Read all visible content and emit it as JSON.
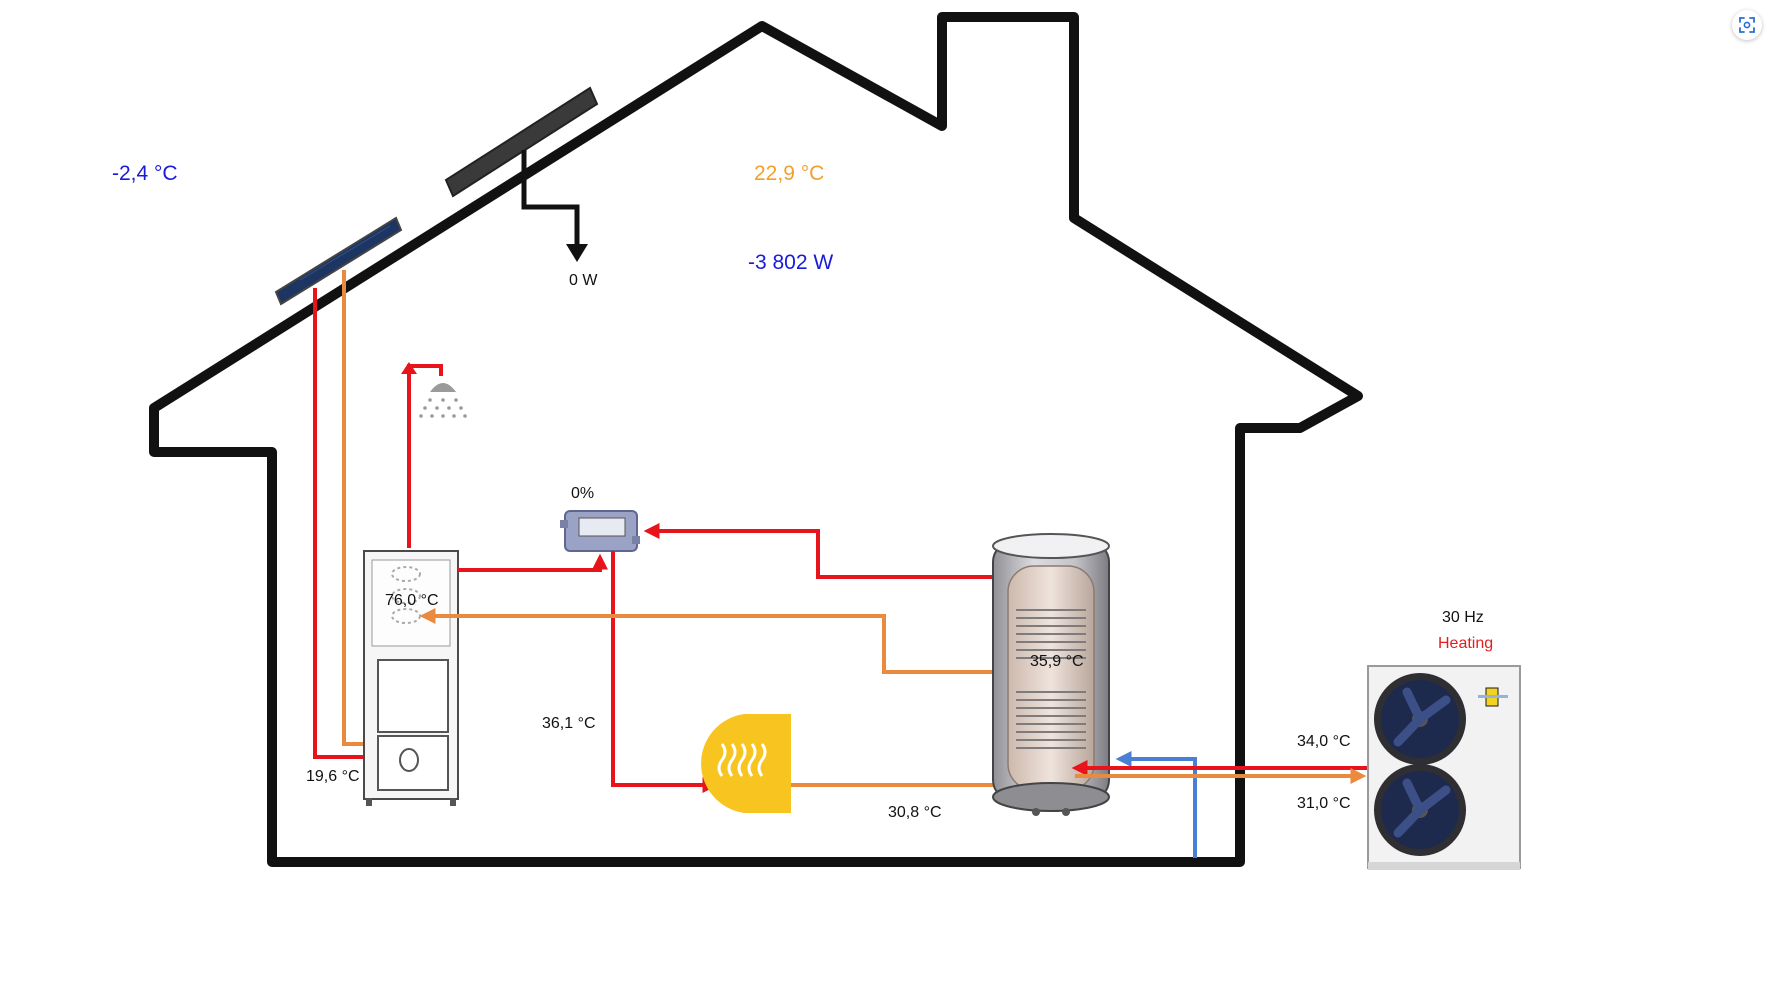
{
  "labels": {
    "outdoor_temp": "-2,4 °C",
    "indoor_temp": "22,9 °C",
    "grid_power": "-3 802 W",
    "pv_power": "0 W",
    "mixer_percent": "0%",
    "boiler_temp": "76,0 °C",
    "solar_return_temp": "19,6 °C",
    "flow_temp": "36,1 °C",
    "tank_temp": "35,9 °C",
    "floor_return_temp": "30,8 °C",
    "hp_frequency": "30 Hz",
    "hp_mode": "Heating",
    "hp_flow_temp": "34,0 °C",
    "hp_return_temp": "31,0 °C"
  },
  "colors": {
    "outdoor_temp": "#1a1adb",
    "indoor_temp": "#f2a02a",
    "grid_power": "#1a1adb",
    "heating_mode": "#e41e1e",
    "hot_pipe": "#e8141b",
    "warm_pipe": "#e98a3f",
    "cold_pipe": "#4a7fd6",
    "house_outline": "#111111",
    "floor_heater": "#f8c520"
  },
  "icons": {
    "scan": "scan-icon",
    "solar_thermal": "solar-thermal-panel-icon",
    "pv_panel": "pv-panel-icon",
    "shower": "shower-icon",
    "boiler": "pellet-boiler-icon",
    "mixer": "mixing-controller-icon",
    "floor_heating": "floor-heating-icon",
    "tank": "buffer-tank-icon",
    "heat_pump": "heat-pump-icon"
  }
}
